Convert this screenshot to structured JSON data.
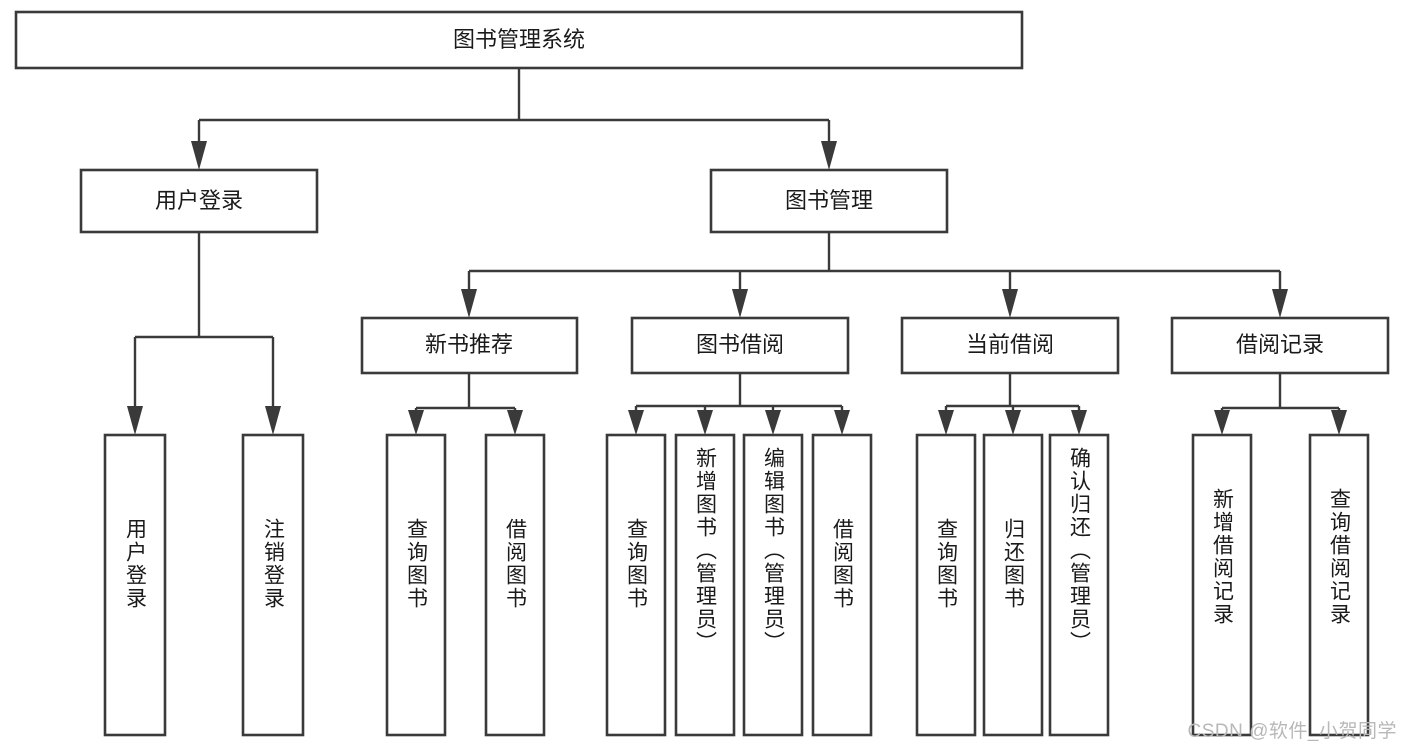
{
  "diagram": {
    "type": "tree-hierarchy",
    "title": "图书管理系统",
    "watermark": "CSDN @软件_小贺同学",
    "levels": [
      {
        "level": 1,
        "nodes": [
          {
            "id": "root",
            "label": "图书管理系统",
            "orientation": "horizontal"
          }
        ]
      },
      {
        "level": 2,
        "nodes": [
          {
            "id": "user-login",
            "label": "用户登录",
            "orientation": "horizontal",
            "parent": "root"
          },
          {
            "id": "book-manage",
            "label": "图书管理",
            "orientation": "horizontal",
            "parent": "root"
          }
        ]
      },
      {
        "level": 3,
        "nodes": [
          {
            "id": "new-book-recommend",
            "label": "新书推荐",
            "orientation": "horizontal",
            "parent": "book-manage"
          },
          {
            "id": "book-borrow",
            "label": "图书借阅",
            "orientation": "horizontal",
            "parent": "book-manage"
          },
          {
            "id": "current-borrow",
            "label": "当前借阅",
            "orientation": "horizontal",
            "parent": "book-manage"
          },
          {
            "id": "borrow-record",
            "label": "借阅记录",
            "orientation": "horizontal",
            "parent": "book-manage"
          }
        ]
      },
      {
        "level": 4,
        "nodes": [
          {
            "id": "leaf-user-login",
            "label": "用户登录",
            "orientation": "vertical",
            "parent": "user-login"
          },
          {
            "id": "leaf-logout-login",
            "label": "注销登录",
            "orientation": "vertical",
            "parent": "user-login"
          },
          {
            "id": "leaf-query-book-1",
            "label": "查询图书",
            "orientation": "vertical",
            "parent": "new-book-recommend"
          },
          {
            "id": "leaf-borrow-book-1",
            "label": "借阅图书",
            "orientation": "vertical",
            "parent": "new-book-recommend"
          },
          {
            "id": "leaf-query-book-2",
            "label": "查询图书",
            "orientation": "vertical",
            "parent": "book-borrow"
          },
          {
            "id": "leaf-add-book",
            "label": "新增图书（管理员）",
            "orientation": "vertical",
            "parent": "book-borrow"
          },
          {
            "id": "leaf-edit-book",
            "label": "编辑图书（管理员）",
            "orientation": "vertical",
            "parent": "book-borrow"
          },
          {
            "id": "leaf-borrow-book-2",
            "label": "借阅图书",
            "orientation": "vertical",
            "parent": "book-borrow"
          },
          {
            "id": "leaf-query-book-3",
            "label": "查询图书",
            "orientation": "vertical",
            "parent": "current-borrow"
          },
          {
            "id": "leaf-return-book",
            "label": "归还图书",
            "orientation": "vertical",
            "parent": "current-borrow"
          },
          {
            "id": "leaf-confirm-return",
            "label": "确认归还（管理员）",
            "orientation": "vertical",
            "parent": "current-borrow"
          },
          {
            "id": "leaf-add-record",
            "label": "新增借阅记录",
            "orientation": "vertical",
            "parent": "borrow-record"
          },
          {
            "id": "leaf-query-record",
            "label": "查询借阅记录",
            "orientation": "vertical",
            "parent": "borrow-record"
          }
        ]
      }
    ],
    "colors": {
      "box_stroke": "#3a3a3a",
      "box_fill": "#ffffff",
      "text": "#1a1a1a",
      "connector": "#3a3a3a",
      "watermark": "#b8b8b8",
      "background": "#ffffff"
    }
  }
}
